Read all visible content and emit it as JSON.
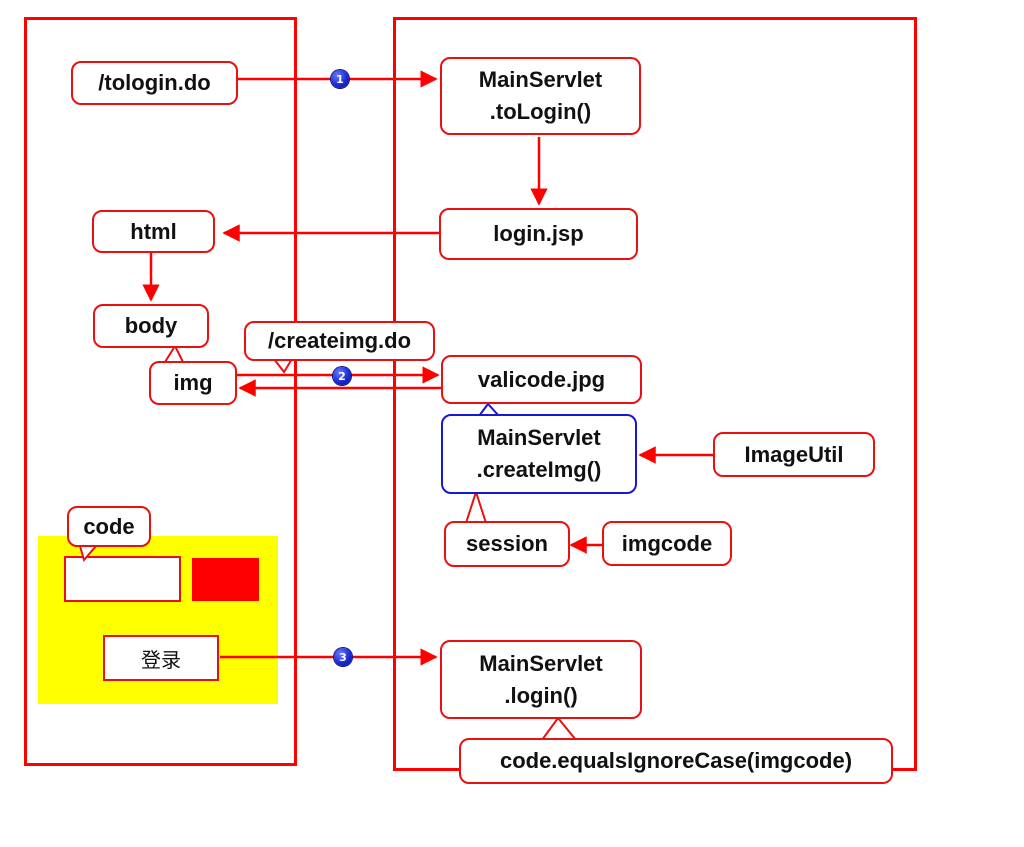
{
  "colors": {
    "accent": "#ff0000",
    "blue_box": "#1717d6",
    "highlight": "#ffff00",
    "badge": "#1a2bd6"
  },
  "client": {
    "tologin_url": "/tologin.do",
    "html_label": "html",
    "body_label": "body",
    "img_label": "img",
    "createimg_url": "/createimg.do",
    "code_label": "code",
    "login_button": "登录"
  },
  "server": {
    "to_login": [
      "MainServlet",
      ".toLogin()"
    ],
    "login_jsp": "login.jsp",
    "valicode": "valicode.jpg",
    "create_img": [
      "MainServlet",
      ".createImg()"
    ],
    "image_util": "ImageUtil",
    "session": "session",
    "imgcode": "imgcode",
    "login": [
      "MainServlet",
      ".login()"
    ],
    "compare": "code.equalsIgnoreCase(imgcode)"
  },
  "steps": [
    "1",
    "2",
    "3"
  ]
}
